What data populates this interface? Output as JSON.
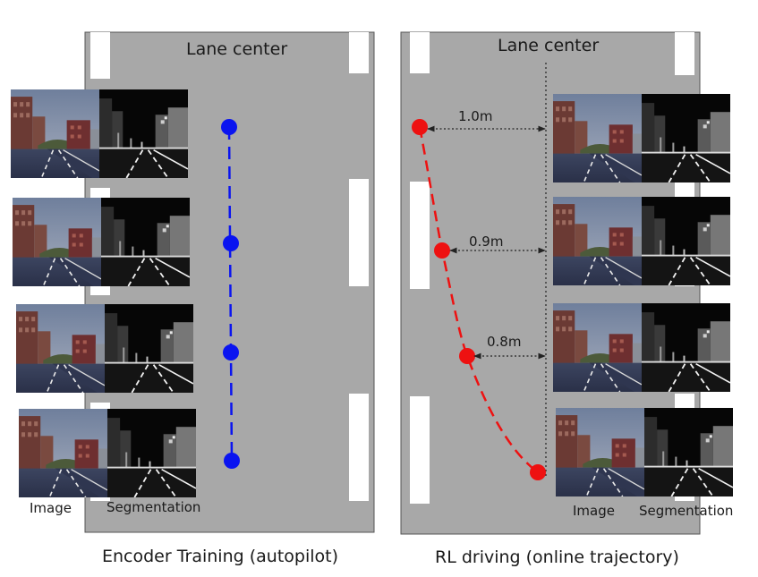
{
  "left_panel": {
    "road_label": "Lane center",
    "caption": "Encoder Training (autopilot)",
    "image_label": "Image",
    "segmentation_label": "Segmentation",
    "point_color": "#0a14f0"
  },
  "right_panel": {
    "road_label": "Lane center",
    "caption": "RL driving (online trajectory)",
    "image_label": "Image",
    "segmentation_label": "Segmentation",
    "point_color": "#ee1111",
    "distances": [
      "1.0m",
      "0.9m",
      "0.8m"
    ]
  }
}
